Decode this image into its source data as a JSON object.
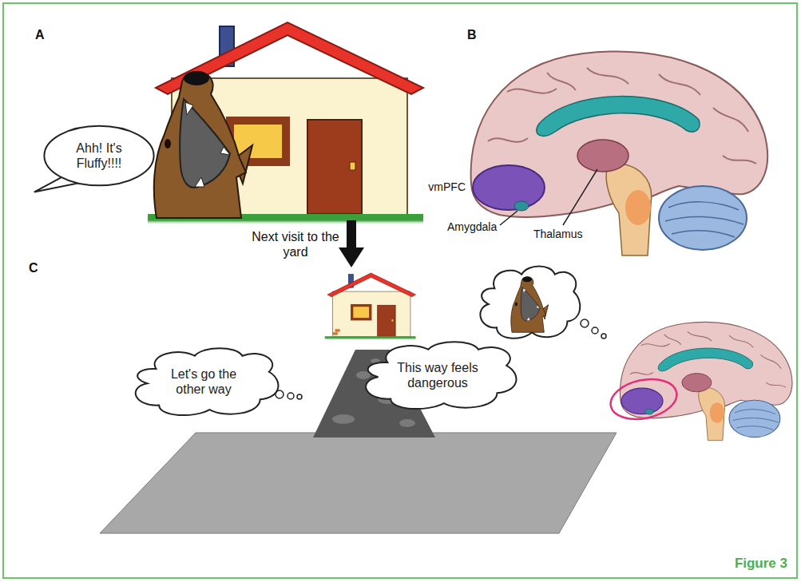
{
  "diagram": {
    "nodes": [
      {
        "text": [
          "Ahh! It's Fluffy!!!!"
        ]
      },
      {
        "text": [
          "Let's go the other way"
        ]
      },
      {
        "text": [
          "This way feels dangerous"
        ]
      }
    ],
    "labels": [
      "A",
      "B",
      "vmPFC",
      "Amygdala",
      "Thalamus",
      "Next visit to the yard",
      "C",
      "Figure 3"
    ]
  }
}
